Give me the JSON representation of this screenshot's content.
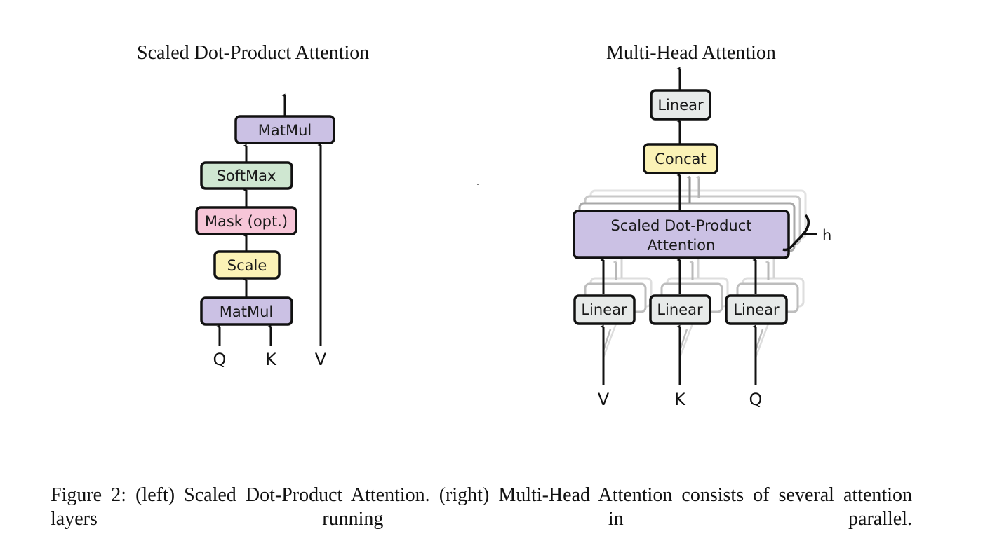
{
  "left": {
    "title": "Scaled Dot-Product Attention",
    "boxes": {
      "matmul_top": "MatMul",
      "softmax": "SoftMax",
      "mask": "Mask (opt.)",
      "scale": "Scale",
      "matmul_bottom": "MatMul"
    },
    "inputs": {
      "q": "Q",
      "k": "K",
      "v": "V"
    }
  },
  "right": {
    "title": "Multi-Head Attention",
    "boxes": {
      "linear_top": "Linear",
      "concat": "Concat",
      "attention_line1": "Scaled Dot-Product",
      "attention_line2": "Attention",
      "linear_v": "Linear",
      "linear_k": "Linear",
      "linear_q": "Linear"
    },
    "heads_label": "h",
    "inputs": {
      "v": "V",
      "k": "K",
      "q": "Q"
    }
  },
  "colors": {
    "purple": "#cbc1e4",
    "green": "#cfe7d1",
    "pink": "#f7c6d8",
    "yellow": "#fbf2b6",
    "gray": "#e7eae9",
    "stroke": "#111111"
  },
  "caption": "Figure 2: (left) Scaled Dot-Product Attention. (right) Multi-Head Attention consists of several attention layers running in parallel."
}
